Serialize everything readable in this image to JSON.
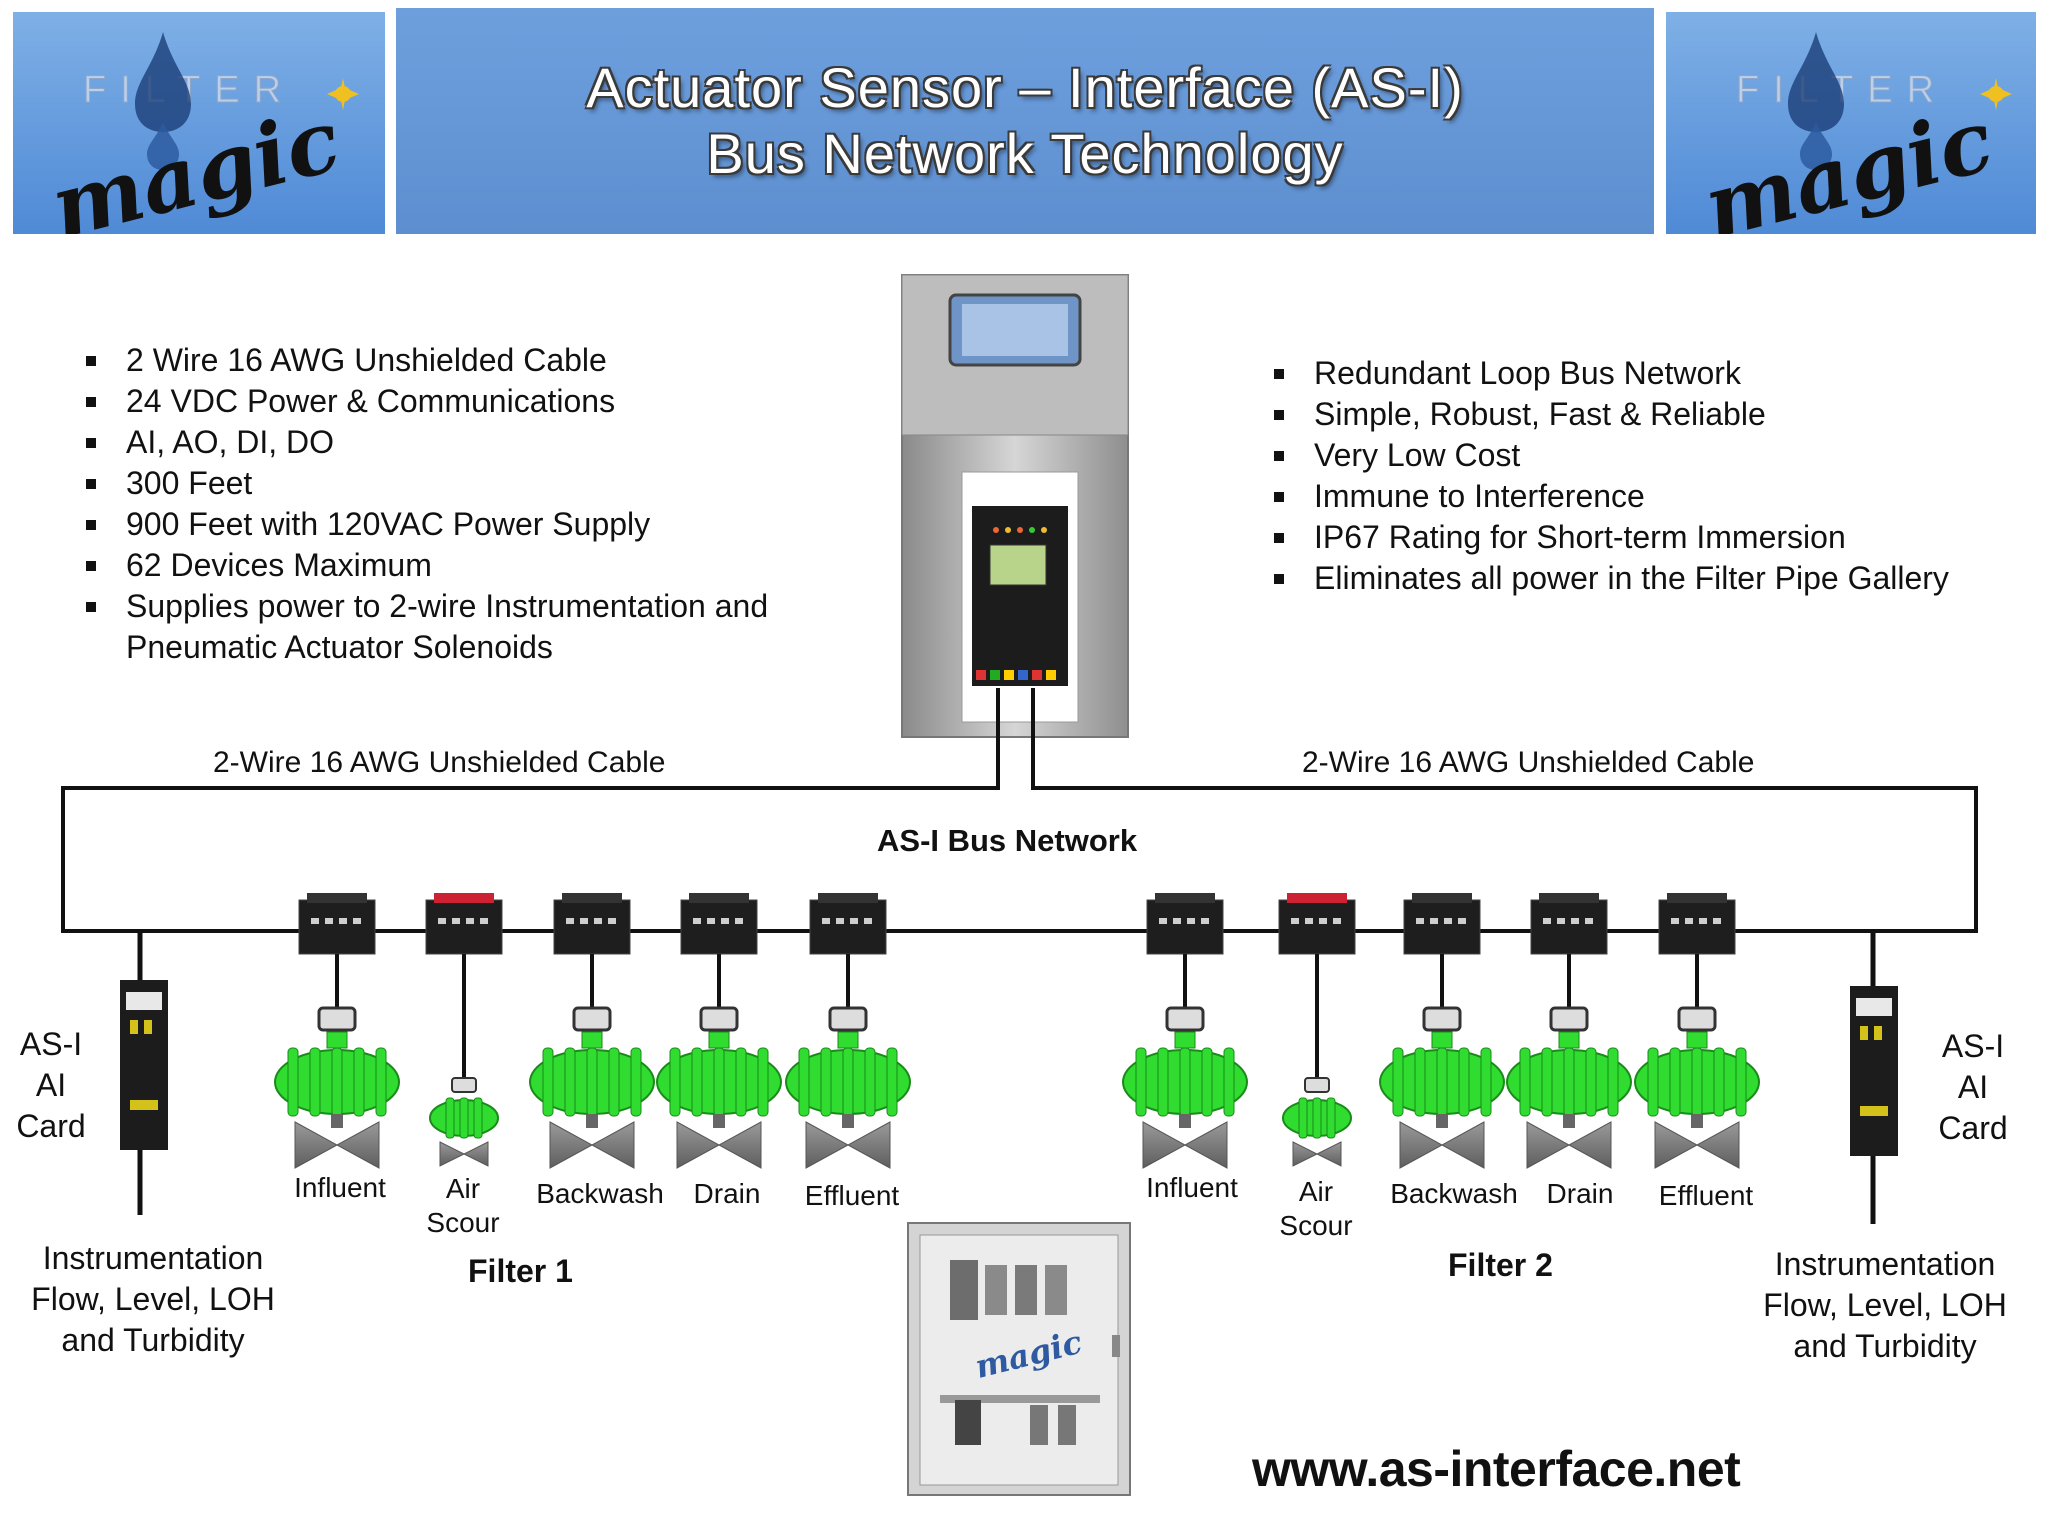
{
  "header": {
    "title_line1": "Actuator Sensor – Interface (AS-I)",
    "title_line2": "Bus Network Technology",
    "logo_text_top": "FILTER",
    "logo_text_script": "magic"
  },
  "left_features": [
    "2 Wire 16 AWG Unshielded Cable",
    "24 VDC Power & Communications",
    "AI, AO, DI, DO",
    "300 Feet",
    "900 Feet with 120VAC Power Supply",
    "62 Devices Maximum",
    "Supplies power to 2-wire Instrumentation and Pneumatic Actuator Solenoids"
  ],
  "right_features": [
    "Redundant Loop Bus Network",
    "Simple, Robust, Fast & Reliable",
    "Very Low Cost",
    "Immune to Interference",
    "IP67 Rating for Short-term Immersion",
    "Eliminates all power in the Filter Pipe Gallery"
  ],
  "cable_left": "2-Wire 16 AWG  Unshielded Cable",
  "cable_right": "2-Wire 16 AWG  Unshielded Cable",
  "bus_label": "AS-I Bus Network",
  "ai_card_left": [
    "AS-I",
    "AI",
    "Card"
  ],
  "ai_card_right": [
    "AS-I",
    "AI",
    "Card"
  ],
  "instrumentation_left": [
    "Instrumentation",
    "Flow, Level, LOH",
    "and Turbidity"
  ],
  "instrumentation_right": [
    "Instrumentation",
    "Flow, Level, LOH",
    "and Turbidity"
  ],
  "filter1": {
    "name": "Filter 1",
    "valves": [
      "Influent",
      "Air Scour",
      "Backwash",
      "Drain",
      "Effluent"
    ]
  },
  "filter2": {
    "name": "Filter 2",
    "valves": [
      "Influent",
      "Air Scour",
      "Backwash",
      "Drain",
      "Effluent"
    ]
  },
  "valve_labels": {
    "air_line1": "Air",
    "air_line2": "Scour"
  },
  "website": "www.as-interface.net",
  "colors": {
    "actuator_green": "#2fdc2f",
    "header_blue": "#5d8fd0",
    "bus_line": "#111111"
  }
}
